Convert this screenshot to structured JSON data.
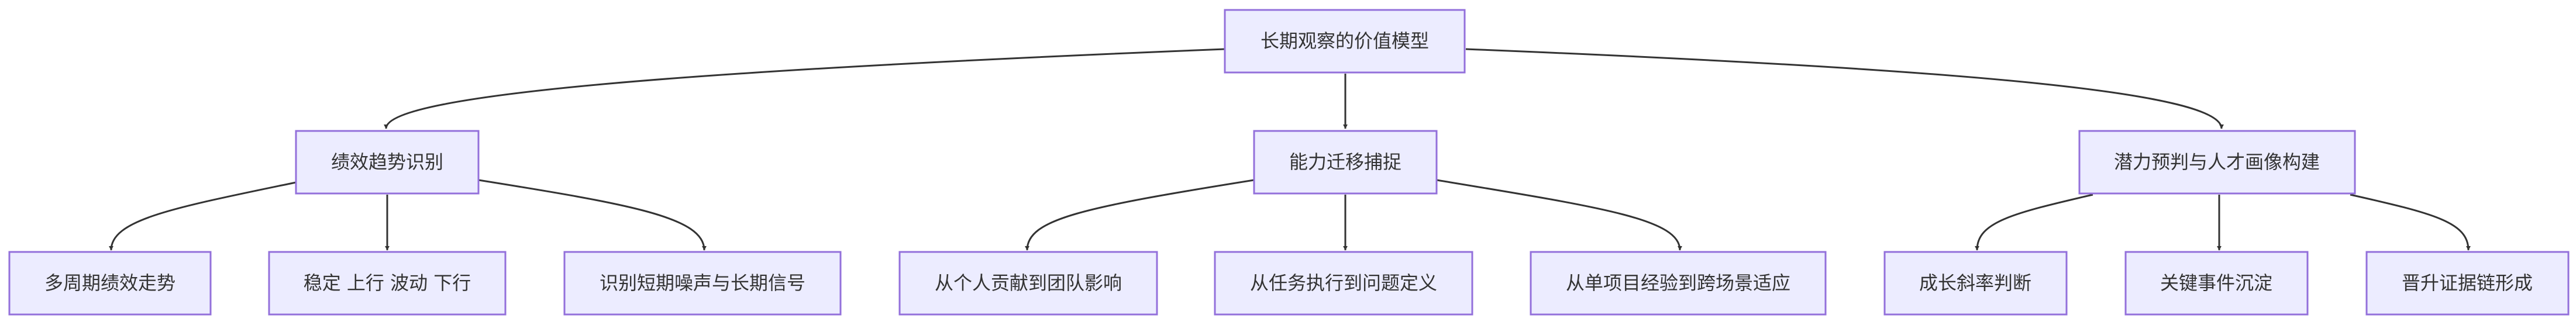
{
  "diagram": {
    "colors": {
      "node_fill": "#ECECFF",
      "node_stroke": "#9370DB",
      "edge": "#333333",
      "text": "#333333"
    },
    "root": {
      "label": "长期观察的价值模型"
    },
    "branches": [
      {
        "label": "绩效趋势识别",
        "leaves": [
          {
            "label": "多周期绩效走势"
          },
          {
            "label": "稳定 上行 波动 下行"
          },
          {
            "label": "识别短期噪声与长期信号"
          }
        ]
      },
      {
        "label": "能力迁移捕捉",
        "leaves": [
          {
            "label": "从个人贡献到团队影响"
          },
          {
            "label": "从任务执行到问题定义"
          },
          {
            "label": "从单项目经验到跨场景适应"
          }
        ]
      },
      {
        "label": "潜力预判与人才画像构建",
        "leaves": [
          {
            "label": "成长斜率判断"
          },
          {
            "label": "关键事件沉淀"
          },
          {
            "label": "晋升证据链形成"
          }
        ]
      }
    ]
  }
}
